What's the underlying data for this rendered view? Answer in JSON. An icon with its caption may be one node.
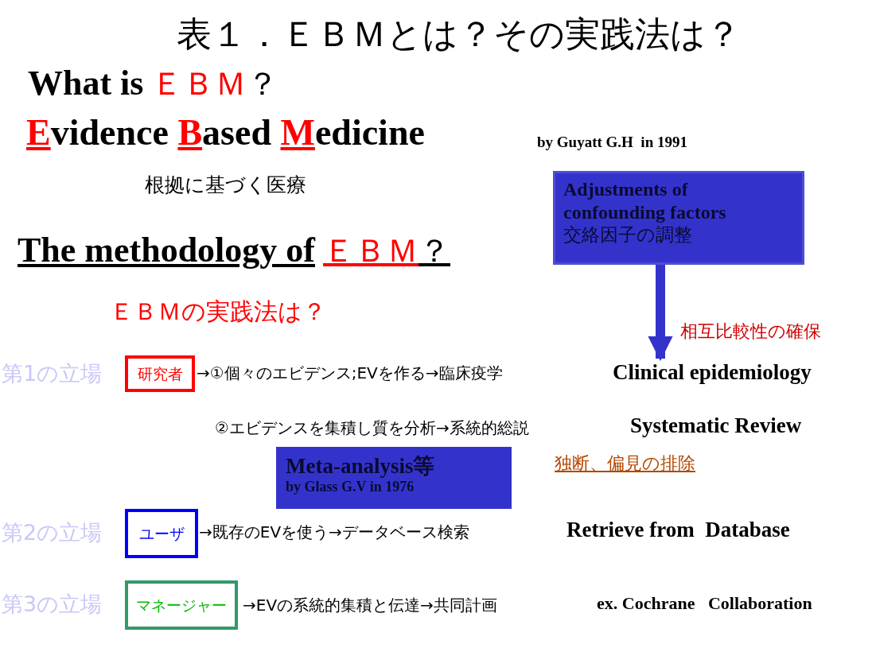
{
  "diagram": {
    "title": "表１．ＥＢＭとは？その実践法は？",
    "nodes": [
      {
        "text": [
          "Adjustments of confounding factors",
          "交絡因子の調整"
        ]
      },
      {
        "text": [
          "研究者"
        ]
      },
      {
        "text": [
          "ユーザ"
        ]
      },
      {
        "text": [
          "マネージャー"
        ]
      },
      {
        "text": [
          "Meta-analysis等",
          "by Glass G.V  in 1976"
        ]
      },
      {
        "text": [
          "Clinical epidemiology"
        ]
      }
    ],
    "edges": [
      {
        "from": 0,
        "to": 5,
        "arrow": "to",
        "label": "相互比較性の確保"
      }
    ],
    "labels": [
      "What is",
      "ＥＢＭ",
      "？",
      "Evidence Based Medicine",
      "by Guyatt G.H  in 1991",
      "根拠に基づく医療",
      "The methodology of",
      "ＥＢＭ",
      "？",
      "ＥＢＭの実践法は？",
      "第1の立場",
      "→①個々のエビデンス;EVを作る→臨床疫学",
      "②エビデンスを集積し質を分析→系統的総説",
      "Systematic Review",
      "独断、偏見の排除",
      "第2の立場",
      "→既存のEVを使う→データベース検索",
      "Retrieve from  Database",
      "第3の立場",
      "→EVの系統的集積と伝達→共同計画",
      "ex. Cochrane   Collaboration"
    ]
  }
}
